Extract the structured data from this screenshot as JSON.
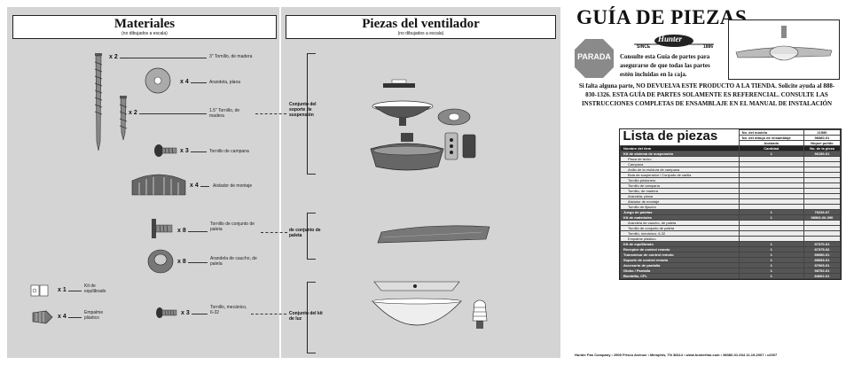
{
  "materials": {
    "title": "Materiales",
    "subtitle": "(no dibujados a escala)",
    "items": [
      {
        "qty": "x 2",
        "label": "3\" Tornillo, de madera"
      },
      {
        "qty": "x 4",
        "label": "Arandela, plana"
      },
      {
        "qty": "x 2",
        "label": "1.5\" Tornillo, de madera"
      },
      {
        "qty": "x 3",
        "label": "Tornillo de campana"
      },
      {
        "qty": "x 4",
        "label": "Aislador de montaje"
      }
    ],
    "blade_items": [
      {
        "qty": "x 8",
        "label": "Tornillo de conjunto de paleta"
      },
      {
        "qty": "x 8",
        "label": "Arandela de caucho, de paleta"
      }
    ],
    "misc_items": [
      {
        "qty": "x 1",
        "label": "Kit de equilibrado"
      },
      {
        "qty": "x 4",
        "label": "Empalme plástico"
      },
      {
        "qty": "x 3",
        "label": "Tornillo, mecánico, 6-32"
      }
    ]
  },
  "fan_parts": {
    "title": "Piezas del ventilador",
    "subtitle": "(no dibujados a escala)",
    "groups": [
      {
        "label": "Conjunto del soporte de suspensión"
      },
      {
        "label": "de conjunto de paleta"
      },
      {
        "label": "Conjunto del kit de luz"
      }
    ]
  },
  "guide": {
    "title": "GUÍA DE PIEZAS",
    "stop_label": "PARADA",
    "brand": "Hunter",
    "since_label": "SINCE",
    "since_year": "1886",
    "consult_text": "Consulte esta Guía de partes para asegurarse de que todas las partes estén incluidas en la caja.",
    "warning_text": "Si falta alguna parte, NO DEVUELVA ESTE PRODUCTO A LA TIENDA. Solicite ayuda al 888-830-1326. ESTA GUÍA DE PARTES SOLAMENTE ES REFERENCIAL. CONSULTE LAS INSTRUCCIONES COMPLETAS DE ENSAMBLAJE EN EL MANUAL DE INSTALACIÓN"
  },
  "parts_list": {
    "title": "Lista de piezas",
    "model_label": "No. del modelo",
    "model_value": "21580",
    "drawing_label": "No. del dibujo de ensamblaje",
    "drawing_value": "98380-01",
    "finish_label": "Acabado",
    "finish_value": "Níquel pulido",
    "col_name": "Nombre del ítem",
    "col_qty": "Cantidad",
    "col_part": "No. de la pieza",
    "rows": [
      {
        "kind": "dark",
        "name": "Kit de sistema de suspensión",
        "qty": "1",
        "part": "96150-01"
      },
      {
        "kind": "light",
        "name": "Placa de techo",
        "qty": "",
        "part": ""
      },
      {
        "kind": "light",
        "name": "Campana",
        "qty": "",
        "part": ""
      },
      {
        "kind": "light",
        "name": "Anillo de la moldura de campana",
        "qty": "",
        "part": ""
      },
      {
        "kind": "light",
        "name": "Bola de suspensión / Conjunto de varilla",
        "qty": "",
        "part": ""
      },
      {
        "kind": "light",
        "name": "Tornillo prisionero",
        "qty": "",
        "part": ""
      },
      {
        "kind": "light",
        "name": "Tornillo de campana",
        "qty": "",
        "part": ""
      },
      {
        "kind": "light",
        "name": "Tornillo, de madera",
        "qty": "",
        "part": ""
      },
      {
        "kind": "light",
        "name": "Arandela, plana",
        "qty": "",
        "part": ""
      },
      {
        "kind": "light",
        "name": "Aislador de montaje",
        "qty": "",
        "part": ""
      },
      {
        "kind": "light",
        "name": "Tornillo de fijación",
        "qty": "",
        "part": ""
      },
      {
        "kind": "dark",
        "name": "Juego de paletas",
        "qty": "1",
        "part": "76226-07"
      },
      {
        "kind": "dark",
        "name": "Kit de materiales",
        "qty": "1",
        "part": "98566-06-090"
      },
      {
        "kind": "light",
        "name": "Arandela de caucho, de paleta",
        "qty": "",
        "part": ""
      },
      {
        "kind": "light",
        "name": "Tornillo de conjunto de paleta",
        "qty": "",
        "part": ""
      },
      {
        "kind": "light",
        "name": "Tornillo, mecánico, 6-32",
        "qty": "",
        "part": ""
      },
      {
        "kind": "light",
        "name": "Empalme plástico",
        "qty": "",
        "part": ""
      },
      {
        "kind": "dark",
        "name": "Kit de equilibrado",
        "qty": "1",
        "part": "87370-01"
      },
      {
        "kind": "dark",
        "name": "Receptor de control remoto",
        "qty": "1",
        "part": "87375-02"
      },
      {
        "kind": "dark",
        "name": "Transmisor de control remoto",
        "qty": "1",
        "part": "85080-01"
      },
      {
        "kind": "dark",
        "name": "Soporte de control remoto",
        "qty": "1",
        "part": "85083-01"
      },
      {
        "kind": "dark",
        "name": "Accesorio de pantalla",
        "qty": "1",
        "part": "87065-01"
      },
      {
        "kind": "dark",
        "name": "Globo / Pantalla",
        "qty": "1",
        "part": "98752-01"
      },
      {
        "kind": "dark",
        "name": "Bombilla, CFL",
        "qty": "1",
        "part": "84662-01"
      }
    ]
  },
  "footer": "Hunter Fan Company  •  2500 Frisco Avenue  •  Memphis, TN 38114  •  www.hunterfan.com  •  98380-01-034  11-19-2007  •  c2007",
  "colors": {
    "panel": "#d4d4d4",
    "stop_red": "#8a8a8a",
    "dark_row": "#555555"
  }
}
